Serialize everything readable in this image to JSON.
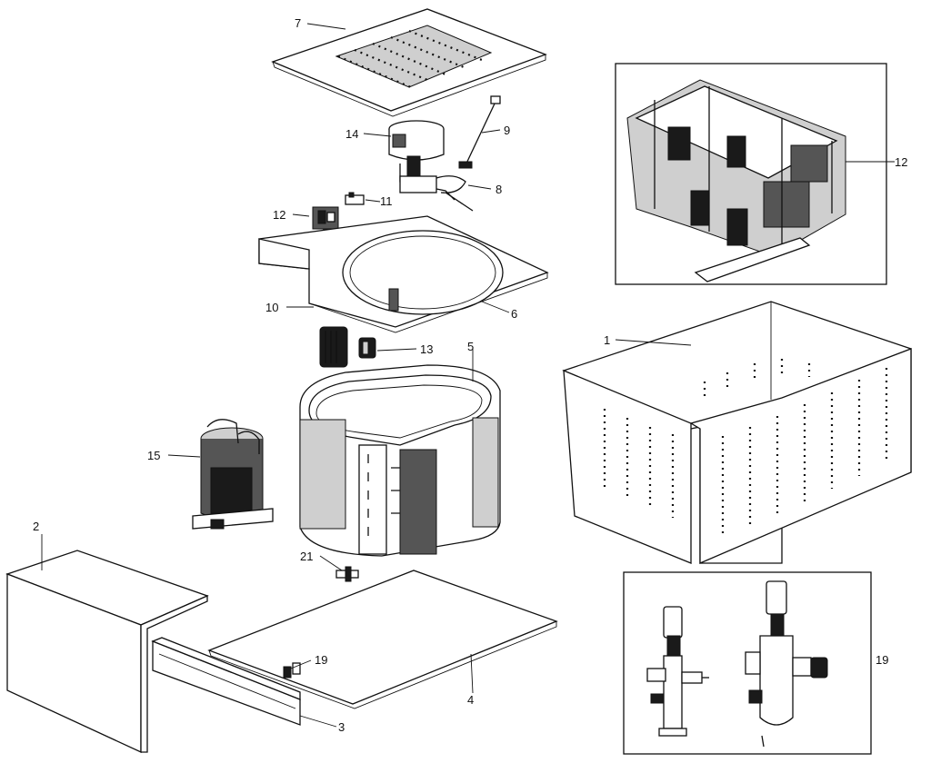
{
  "diagram": {
    "callouts": {
      "c1": "1",
      "c2": "2",
      "c3": "3",
      "c4": "4",
      "c5": "5",
      "c6": "6",
      "c7": "7",
      "c8": "8",
      "c9": "9",
      "c10": "10",
      "c11": "11",
      "c12_left": "12",
      "c12_right": "12",
      "c13": "13",
      "c14": "14",
      "c15": "15",
      "c19_base": "19",
      "c19_inset": "19",
      "c21": "21"
    }
  }
}
